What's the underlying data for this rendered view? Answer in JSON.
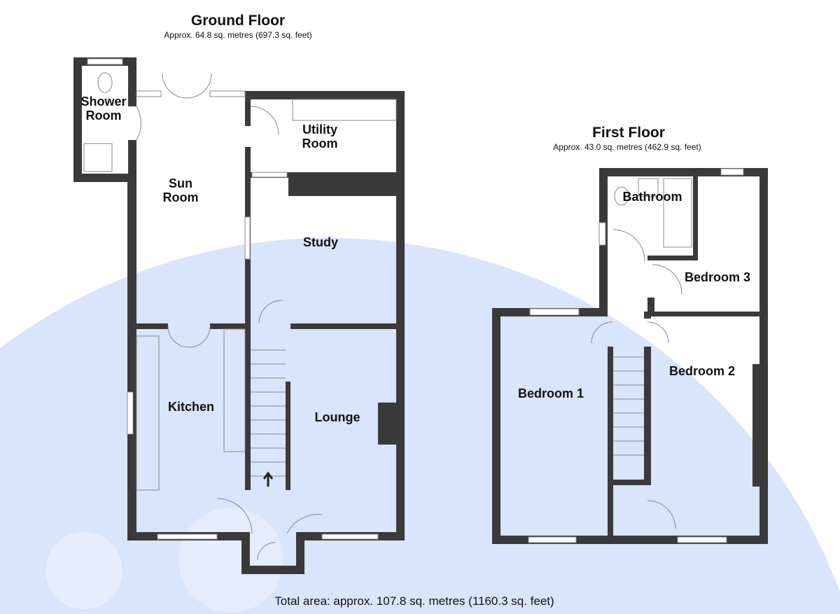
{
  "ground_floor": {
    "title": "Ground Floor",
    "area": "Approx. 64.8 sq. metres (697.3 sq. feet)",
    "rooms": {
      "shower_1": "Shower",
      "shower_2": "Room",
      "utility_1": "Utility",
      "utility_2": "Room",
      "sun_1": "Sun",
      "sun_2": "Room",
      "study": "Study",
      "kitchen": "Kitchen",
      "lounge": "Lounge"
    }
  },
  "first_floor": {
    "title": "First Floor",
    "area": "Approx. 43.0 sq. metres (462.9 sq. feet)",
    "rooms": {
      "bathroom": "Bathroom",
      "bedroom3": "Bedroom 3",
      "bedroom2": "Bedroom 2",
      "bedroom1": "Bedroom 1"
    }
  },
  "total_area": "Total area: approx. 107.8 sq. metres (1160.3 sq. feet)",
  "colors": {
    "wall": "#3a3a3a",
    "watermark": "#aac4ff"
  }
}
